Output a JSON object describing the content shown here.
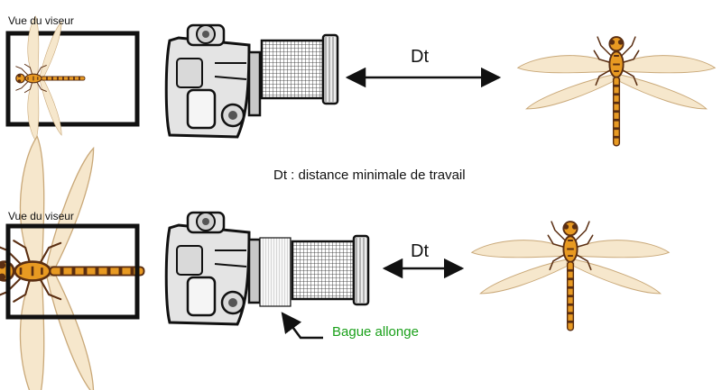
{
  "panels": [
    {
      "viewfinder_label": "Vue du viseur",
      "distance_label": "Dt",
      "legend": "Dt : distance minimale de travail"
    },
    {
      "viewfinder_label": "Vue du viseur",
      "distance_label": "Dt",
      "extension_label": "Bague allonge"
    }
  ],
  "colors": {
    "ink": "#111111",
    "camera_body": "#e4e4e4",
    "camera_dark": "#555555",
    "dragonfly_orange": "#e89a22",
    "dragonfly_dark": "#5a2e12",
    "wing": "#f6e7cc",
    "extension_tube": "#f2f2f2",
    "extension_label": "#1aa01a"
  },
  "icons": [
    "camera-icon",
    "dragonfly-icon",
    "extension-tube-icon",
    "double-arrow-icon"
  ]
}
